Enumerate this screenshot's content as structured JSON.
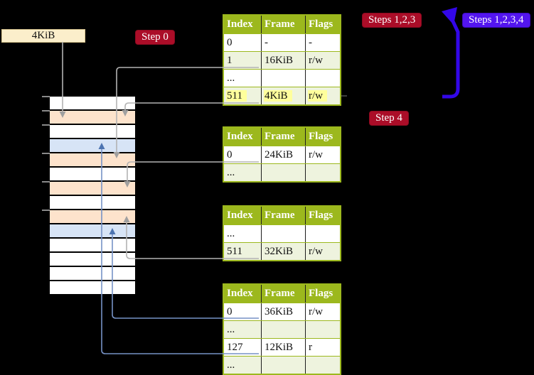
{
  "labels": {
    "free_frame": "4KiB"
  },
  "badges": {
    "step0": "Step 0",
    "steps123": "Steps 1,2,3",
    "steps1234": "Steps 1,2,3,4",
    "step4": "Step 4"
  },
  "palette": {
    "background": "#000000",
    "memory_white": "#ffffff",
    "memory_peach": "#fde3cc",
    "memory_blue": "#d7e4f6",
    "table_header_green": "#9cb81d",
    "table_shade_green": "#eef3de",
    "highlight_yellow": "#ffff9c",
    "badge_red": "#ab0d28",
    "badge_purple": "#5315ef",
    "connector_gray": "#b3b3b3",
    "connector_blue": "#7692c6",
    "thick_arrow_indigo": "#3307e8",
    "frame_label_tan": "#fbeecb"
  },
  "memory": {
    "rows": [
      "white",
      "peach",
      "white",
      "blue",
      "peach",
      "white",
      "peach",
      "white",
      "peach",
      "blue",
      "white",
      "white",
      "white",
      "white"
    ],
    "tick_rows": [
      0,
      1,
      2,
      4,
      6,
      8
    ]
  },
  "tables": [
    {
      "name": "page-table-1",
      "headers": [
        "Index",
        "Frame",
        "Flags"
      ],
      "rows": [
        {
          "cells": [
            "0",
            "-",
            "-"
          ],
          "shade": false,
          "highlight": false
        },
        {
          "cells": [
            "1",
            "16KiB",
            "r/w"
          ],
          "shade": true,
          "highlight": false
        },
        {
          "cells": [
            "...",
            "",
            ""
          ],
          "shade": false,
          "highlight": false
        },
        {
          "cells": [
            "511",
            "4KiB",
            "r/w"
          ],
          "shade": true,
          "highlight": true
        }
      ]
    },
    {
      "name": "page-table-2",
      "headers": [
        "Index",
        "Frame",
        "Flags"
      ],
      "rows": [
        {
          "cells": [
            "0",
            "24KiB",
            "r/w"
          ],
          "shade": false,
          "highlight": false
        },
        {
          "cells": [
            "...",
            "",
            ""
          ],
          "shade": true,
          "highlight": false
        }
      ]
    },
    {
      "name": "page-table-3",
      "headers": [
        "Index",
        "Frame",
        "Flags"
      ],
      "rows": [
        {
          "cells": [
            "...",
            "",
            ""
          ],
          "shade": false,
          "highlight": false
        },
        {
          "cells": [
            "511",
            "32KiB",
            "r/w"
          ],
          "shade": true,
          "highlight": false
        }
      ]
    },
    {
      "name": "page-table-4",
      "headers": [
        "Index",
        "Frame",
        "Flags"
      ],
      "rows": [
        {
          "cells": [
            "0",
            "36KiB",
            "r/w"
          ],
          "shade": false,
          "highlight": false
        },
        {
          "cells": [
            "...",
            "",
            ""
          ],
          "shade": true,
          "highlight": false
        },
        {
          "cells": [
            "127",
            "12KiB",
            "r"
          ],
          "shade": false,
          "highlight": false
        },
        {
          "cells": [
            "...",
            "",
            ""
          ],
          "shade": true,
          "highlight": false
        }
      ]
    }
  ],
  "connections": [
    {
      "from": "4KiB frame label",
      "to": "memory row 2",
      "color": "gray"
    },
    {
      "from": "table-1 entry 1 (16KiB)",
      "to": "memory row 5",
      "color": "gray"
    },
    {
      "from": "table-1 entry 511 (4KiB)",
      "to": "memory row 2",
      "color": "gray"
    },
    {
      "from": "table-2 entry 0 (24KiB)",
      "to": "memory row 7",
      "color": "gray"
    },
    {
      "from": "table-3 entry 511 (32KiB)",
      "to": "memory row 9",
      "color": "gray"
    },
    {
      "from": "table-4 entry 0 (36KiB)",
      "to": "memory row 10",
      "color": "blue"
    },
    {
      "from": "table-4 entry 127 (12KiB)",
      "to": "memory row 4",
      "color": "blue"
    },
    {
      "from": "table-1 entry 511",
      "to": "Steps 1,2,3 badge",
      "color": "indigo thick"
    }
  ]
}
